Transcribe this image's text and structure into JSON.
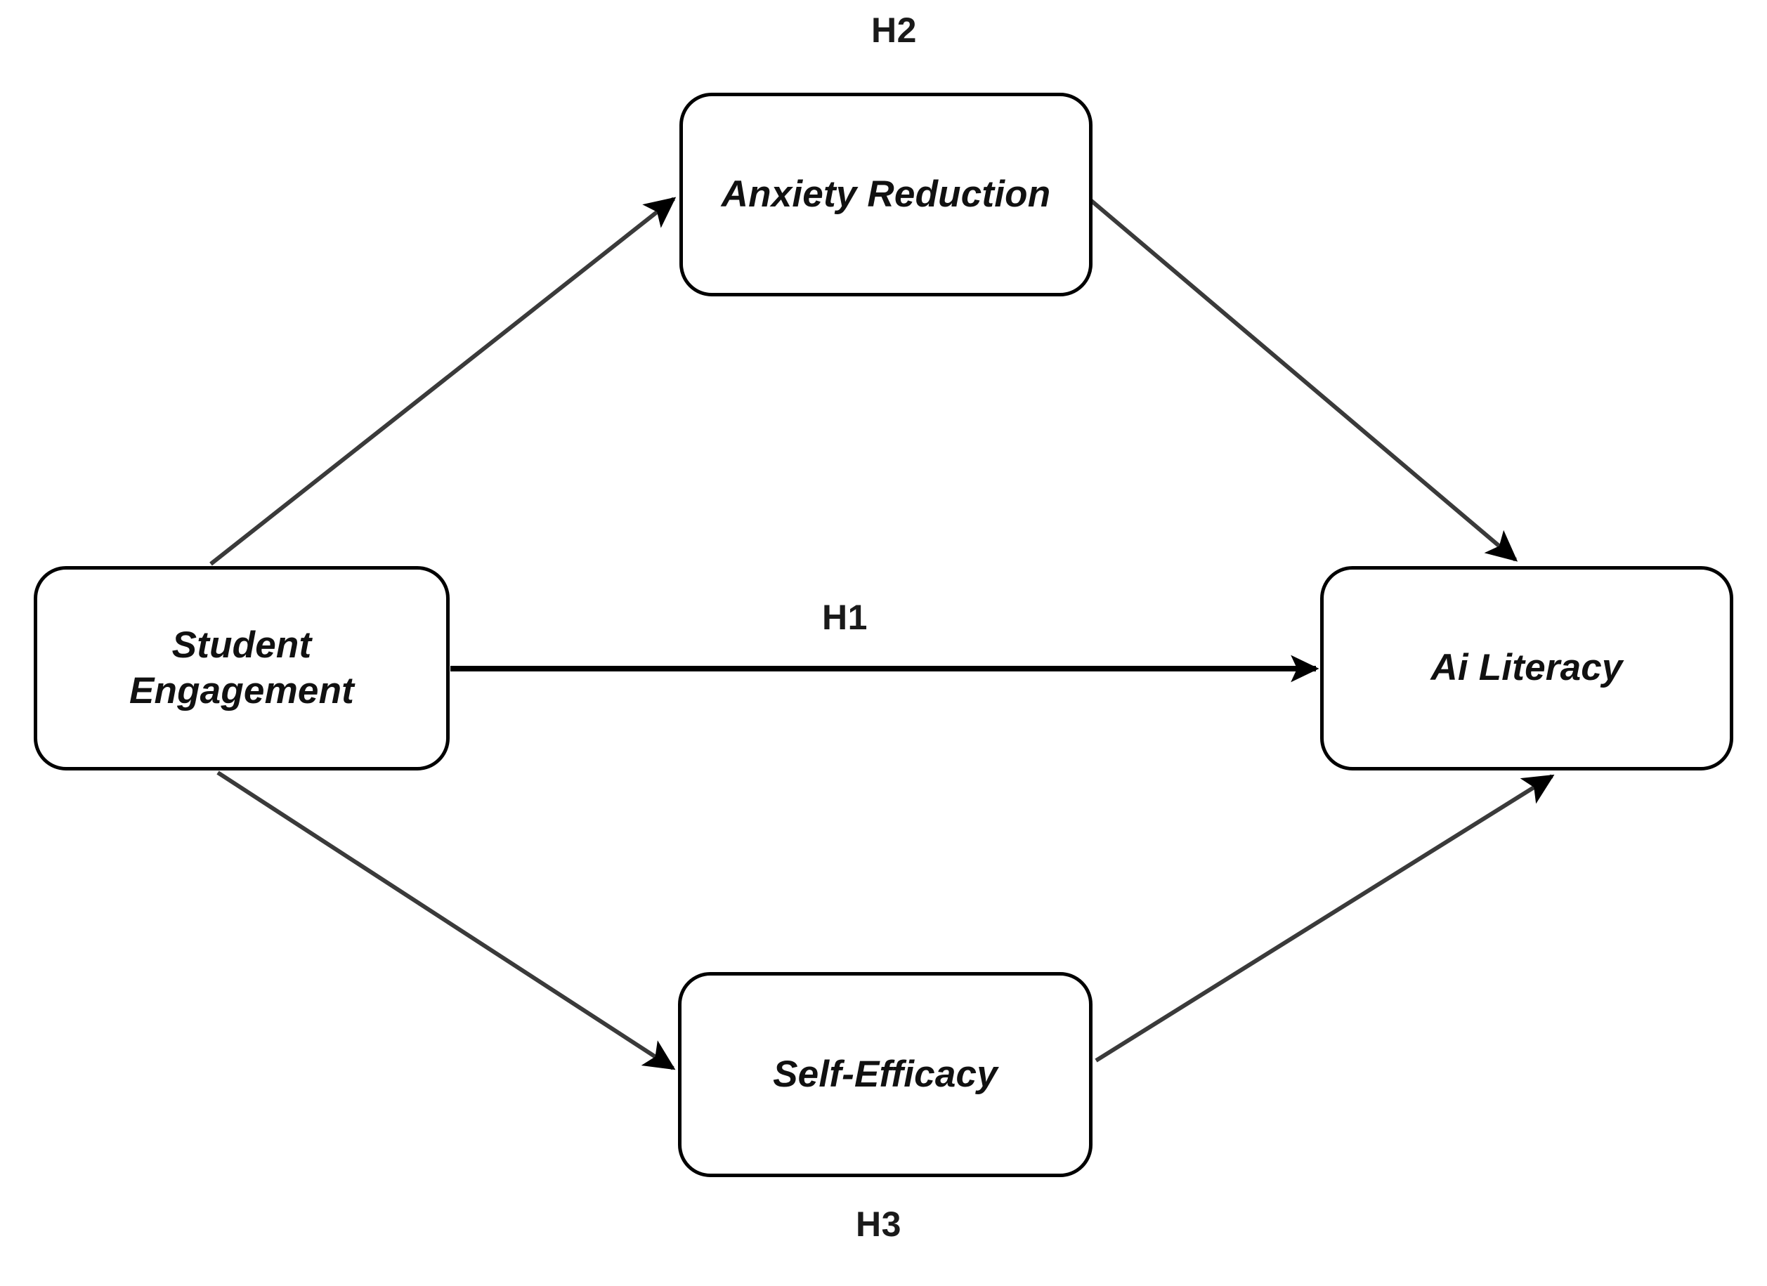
{
  "diagram": {
    "type": "conceptual-research-model",
    "title": "",
    "background_color": "#ffffff",
    "line_color": "#000000",
    "text_color": "#111111",
    "nodes": [
      {
        "id": "student-engagement",
        "label": "Student\nEngagement",
        "role": "independent-variable",
        "position": "left-center"
      },
      {
        "id": "anxiety-reduction",
        "label": "Anxiety Reduction",
        "role": "mediator",
        "position": "top-center"
      },
      {
        "id": "self-efficacy",
        "label": "Self-Efficacy",
        "role": "mediator",
        "position": "bottom-center"
      },
      {
        "id": "ai-literacy",
        "label": "Ai Literacy",
        "role": "dependent-variable",
        "position": "right-center"
      }
    ],
    "path_labels": {
      "h1": "H1",
      "h2": "H2",
      "h3": "H3"
    },
    "edges": [
      {
        "id": "edge-engagement-anxiety",
        "from": "student-engagement",
        "to": "anxiety-reduction",
        "hypothesis": "H2",
        "arrowhead": "solid-triangle"
      },
      {
        "id": "edge-anxiety-literacy",
        "from": "anxiety-reduction",
        "to": "ai-literacy",
        "hypothesis": "H2",
        "arrowhead": "solid-triangle"
      },
      {
        "id": "edge-engagement-literacy",
        "from": "student-engagement",
        "to": "ai-literacy",
        "hypothesis": "H1",
        "arrowhead": "solid-triangle"
      },
      {
        "id": "edge-engagement-efficacy",
        "from": "student-engagement",
        "to": "self-efficacy",
        "hypothesis": "H3",
        "arrowhead": "solid-triangle"
      },
      {
        "id": "edge-efficacy-literacy",
        "from": "self-efficacy",
        "to": "ai-literacy",
        "hypothesis": "H3",
        "arrowhead": "solid-triangle"
      }
    ]
  }
}
